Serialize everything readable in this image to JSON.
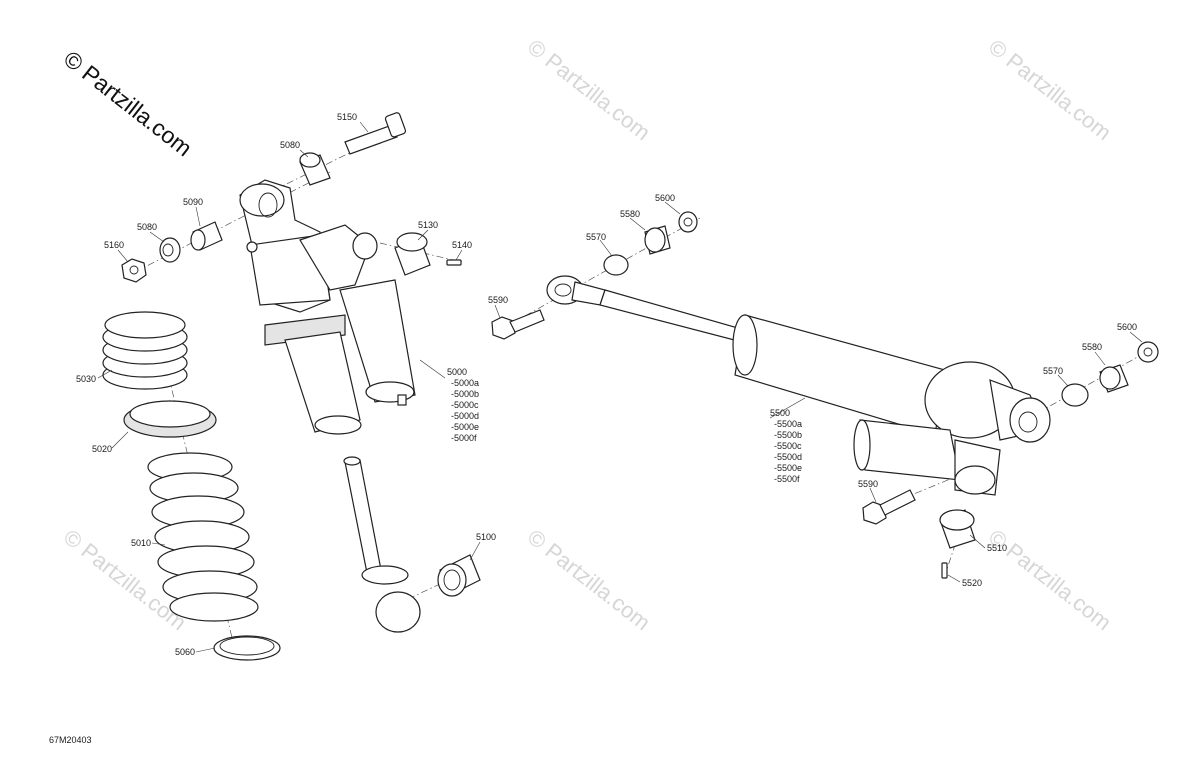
{
  "watermark": {
    "main": "© Partzilla.com",
    "repeat": "© Partzilla.com"
  },
  "drawing_code": "67M20403",
  "front_shock": {
    "labels": {
      "p5150": "5150",
      "p5080a": "5080",
      "p5090": "5090",
      "p5080b": "5080",
      "p5160": "5160",
      "p5130": "5130",
      "p5140": "5140",
      "p5030": "5030",
      "p5020": "5020",
      "p5010": "5010",
      "p5060": "5060",
      "p5100": "5100"
    },
    "assembly_number": "5000",
    "variants": [
      "-5000a",
      "-5000b",
      "-5000c",
      "-5000d",
      "-5000e",
      "-5000f"
    ]
  },
  "rear_shock": {
    "labels": {
      "p5600a": "5600",
      "p5580a": "5580",
      "p5570a": "5570",
      "p5590a": "5590",
      "p5600b": "5600",
      "p5580b": "5580",
      "p5570b": "5570",
      "p5590b": "5590",
      "p5510": "5510",
      "p5520": "5520"
    },
    "assembly_number": "5500",
    "variants": [
      "-5500a",
      "-5500b",
      "-5500c",
      "-5500d",
      "-5500e",
      "-5500f"
    ]
  }
}
